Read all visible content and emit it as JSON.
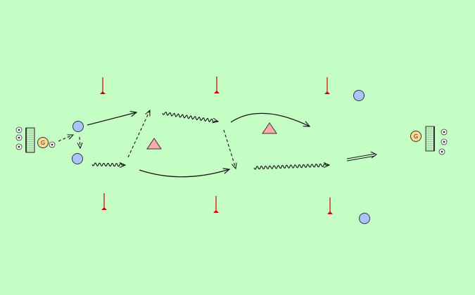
{
  "colors": {
    "background": "#c6ffc6",
    "player_fill": "#a9c4ff",
    "goalkeeper_fill": "#ffd98f",
    "cone_fill": "#ffaaaa",
    "flag_color": "#cc0000",
    "goal_fill": "#e8e8e8",
    "line": "#111111"
  },
  "goalkeepers": [
    {
      "label": "G"
    },
    {
      "label": "G"
    }
  ],
  "icons": [
    "player-marker",
    "goalkeeper-marker",
    "cone-triangle",
    "flag-pole",
    "goal-net",
    "ball"
  ]
}
